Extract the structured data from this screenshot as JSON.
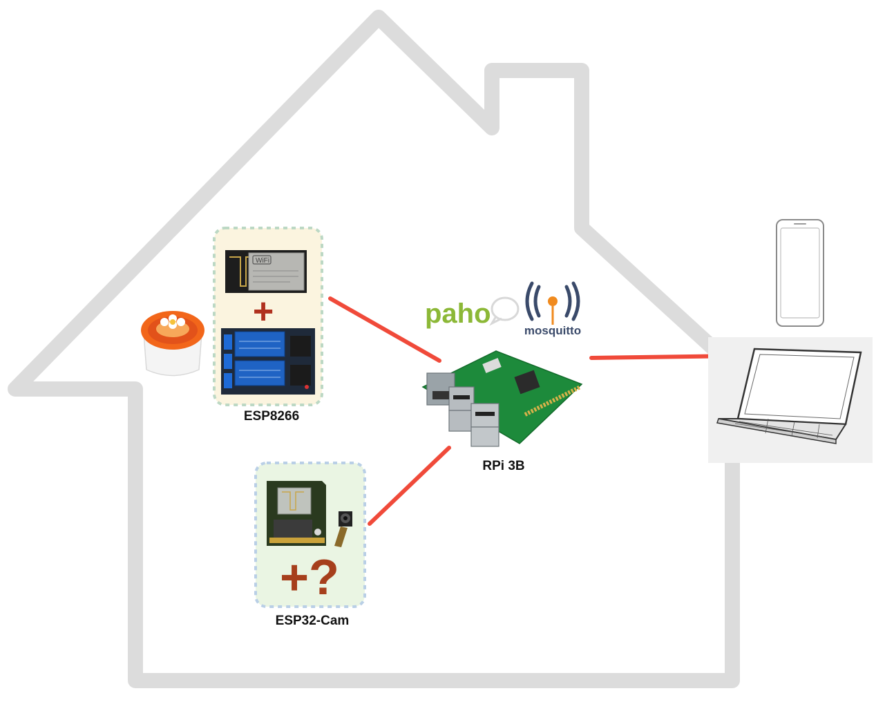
{
  "labels": {
    "esp8266": "ESP8266",
    "esp32cam": "ESP32-Cam",
    "rpi": "RPi 3B",
    "wifi": "WiFi",
    "plus": "+",
    "plus_question": "+?"
  },
  "logos": {
    "paho": "paho",
    "mosquitto": "mosquitto"
  },
  "colors": {
    "house_outline": "#dcdcdc",
    "link": "#f04a3a",
    "esp8266_box_fill": "#fbf4df",
    "esp8266_box_border": "#bcd8c4",
    "esp32_box_fill": "#eaf5e3",
    "esp32_box_border": "#b9cfe6",
    "plus_red": "#b0301e",
    "plus_q": "#a63f1c",
    "paho_green": "#8cb837",
    "paho_orange": "#f0a12d",
    "mosquitto_navy": "#3a4a6a",
    "mosquitto_orange": "#f08a1e"
  },
  "icons": [
    "pet-water-fountain-icon",
    "smartphone-icon",
    "laptop-icon",
    "relay-module-icon",
    "wifi-chip-icon",
    "raspberry-pi-board-icon",
    "esp32-cam-board-icon",
    "camera-module-icon",
    "chat-bubble-icon",
    "broadcast-antenna-icon"
  ]
}
